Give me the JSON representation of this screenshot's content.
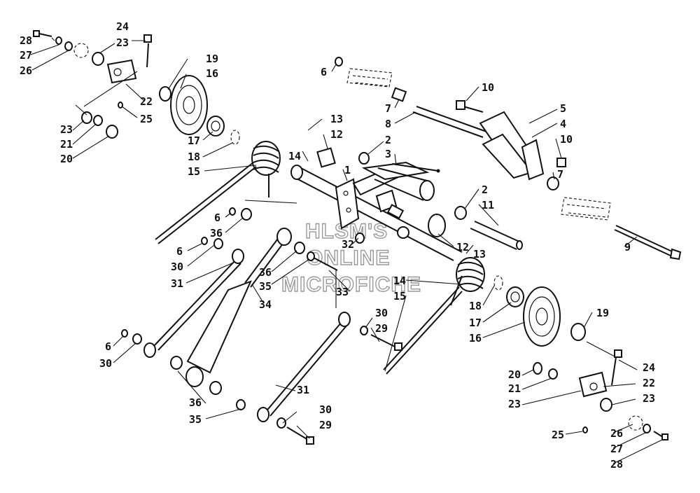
{
  "watermark": {
    "line1": "HLSM'S",
    "line2": "ONLINE",
    "line3": "MICROFICHE"
  },
  "callouts": [
    {
      "id": "c28a",
      "text": "28"
    },
    {
      "id": "c27a",
      "text": "27"
    },
    {
      "id": "c26a",
      "text": "26"
    },
    {
      "id": "c24a",
      "text": "24"
    },
    {
      "id": "c23a",
      "text": "23"
    },
    {
      "id": "c19a",
      "text": "19"
    },
    {
      "id": "c16a",
      "text": "16"
    },
    {
      "id": "c22a",
      "text": "22"
    },
    {
      "id": "c25a",
      "text": "25"
    },
    {
      "id": "c23b",
      "text": "23"
    },
    {
      "id": "c21a",
      "text": "21"
    },
    {
      "id": "c20a",
      "text": "20"
    },
    {
      "id": "c17a",
      "text": "17"
    },
    {
      "id": "c18a",
      "text": "18"
    },
    {
      "id": "c15a",
      "text": "15"
    },
    {
      "id": "c14a",
      "text": "14"
    },
    {
      "id": "c13a",
      "text": "13"
    },
    {
      "id": "c12a",
      "text": "12"
    },
    {
      "id": "c1",
      "text": "1"
    },
    {
      "id": "c2a",
      "text": "2"
    },
    {
      "id": "c3",
      "text": "3"
    },
    {
      "id": "c6a",
      "text": "6"
    },
    {
      "id": "c7a",
      "text": "7"
    },
    {
      "id": "c8",
      "text": "8"
    },
    {
      "id": "c10a",
      "text": "10"
    },
    {
      "id": "c5",
      "text": "5"
    },
    {
      "id": "c4",
      "text": "4"
    },
    {
      "id": "c10b",
      "text": "10"
    },
    {
      "id": "c7b",
      "text": "7"
    },
    {
      "id": "c2b",
      "text": "2"
    },
    {
      "id": "c11",
      "text": "11"
    },
    {
      "id": "c9",
      "text": "9"
    },
    {
      "id": "c6b",
      "text": "6"
    },
    {
      "id": "c36a",
      "text": "36"
    },
    {
      "id": "c6c",
      "text": "6"
    },
    {
      "id": "c30a",
      "text": "30"
    },
    {
      "id": "c31a",
      "text": "31"
    },
    {
      "id": "c32",
      "text": "32"
    },
    {
      "id": "c12b",
      "text": "12"
    },
    {
      "id": "c13b",
      "text": "13"
    },
    {
      "id": "c36b",
      "text": "36"
    },
    {
      "id": "c35a",
      "text": "35"
    },
    {
      "id": "c33",
      "text": "33"
    },
    {
      "id": "c34",
      "text": "34"
    },
    {
      "id": "c14b",
      "text": "14"
    },
    {
      "id": "c15b",
      "text": "15"
    },
    {
      "id": "c18b",
      "text": "18"
    },
    {
      "id": "c17b",
      "text": "17"
    },
    {
      "id": "c16b",
      "text": "16"
    },
    {
      "id": "c19b",
      "text": "19"
    },
    {
      "id": "c30b",
      "text": "30"
    },
    {
      "id": "c29a",
      "text": "29"
    },
    {
      "id": "c6d",
      "text": "6"
    },
    {
      "id": "c30c",
      "text": "30"
    },
    {
      "id": "c36c",
      "text": "36"
    },
    {
      "id": "c35b",
      "text": "35"
    },
    {
      "id": "c31b",
      "text": "31"
    },
    {
      "id": "c30d",
      "text": "30"
    },
    {
      "id": "c29b",
      "text": "29"
    },
    {
      "id": "c20b",
      "text": "20"
    },
    {
      "id": "c21b",
      "text": "21"
    },
    {
      "id": "c23c",
      "text": "23"
    },
    {
      "id": "c24b",
      "text": "24"
    },
    {
      "id": "c22b",
      "text": "22"
    },
    {
      "id": "c23d",
      "text": "23"
    },
    {
      "id": "c25b",
      "text": "25"
    },
    {
      "id": "c26b",
      "text": "26"
    },
    {
      "id": "c27b",
      "text": "27"
    },
    {
      "id": "c28b",
      "text": "28"
    }
  ]
}
